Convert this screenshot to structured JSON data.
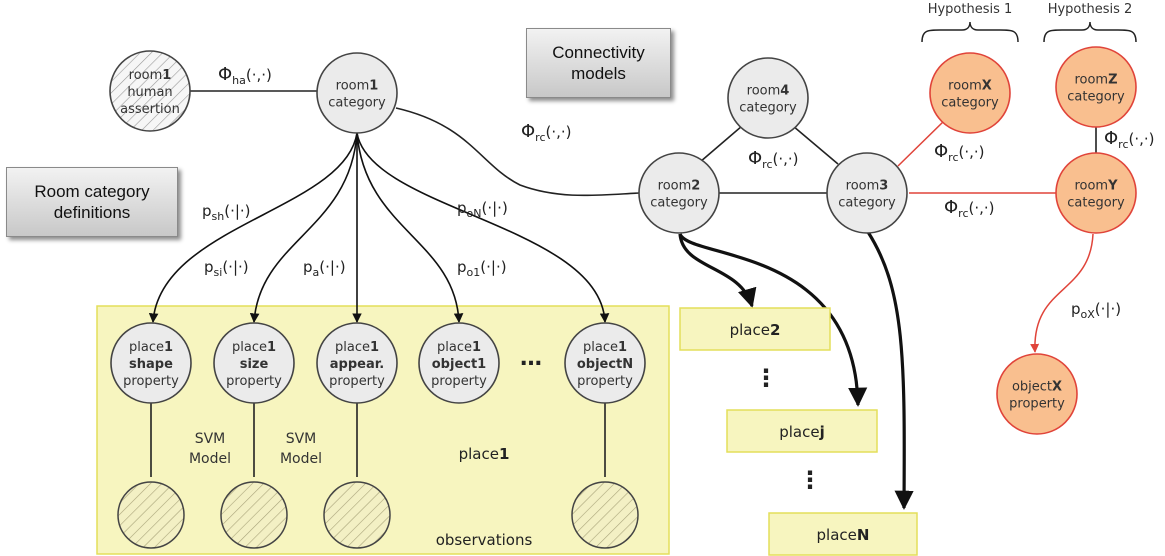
{
  "boxes": {
    "connectivity": [
      "Connectivity",
      "models"
    ],
    "room_def": [
      "Room category",
      "definitions"
    ]
  },
  "nodes": {
    "room1_ha": {
      "pre": "room",
      "bold": "1",
      "l2": "human",
      "l3": "assertion"
    },
    "room1": {
      "pre": "room",
      "bold": "1",
      "l2": "category"
    },
    "room4": {
      "pre": "room",
      "bold": "4",
      "l2": "category"
    },
    "room2": {
      "pre": "room",
      "bold": "2",
      "l2": "category"
    },
    "room3": {
      "pre": "room",
      "bold": "3",
      "l2": "category"
    },
    "roomX": {
      "pre": "room",
      "bold": "X",
      "l2": "category"
    },
    "roomZ": {
      "pre": "room",
      "bold": "Z",
      "l2": "category"
    },
    "roomY": {
      "pre": "room",
      "bold": "Y",
      "l2": "category"
    },
    "objectX": {
      "pre": "object",
      "bold": "X",
      "l2": "property"
    },
    "p_shape": {
      "pre": "place",
      "bold": "1",
      "l2": "shape",
      "l3": "property"
    },
    "p_size": {
      "pre": "place",
      "bold": "1",
      "l2": "size",
      "l3": "property"
    },
    "p_appear": {
      "pre": "place",
      "bold": "1",
      "l2": "appear.",
      "l3": "property"
    },
    "p_obj1": {
      "pre": "place",
      "bold": "1",
      "l2": "object1",
      "l3": "property"
    },
    "p_objN": {
      "pre": "place",
      "bold": "1",
      "l2": "objectN",
      "l3": "property"
    }
  },
  "functions": {
    "phi_ha": {
      "sym": "Φ",
      "sub": "ha",
      "args": "(·,·)"
    },
    "phi_rc_1": {
      "sym": "Φ",
      "sub": "rc",
      "args": "(·,·)"
    },
    "phi_rc_2": {
      "sym": "Φ",
      "sub": "rc",
      "args": "(·,·)"
    },
    "phi_rc_3": {
      "sym": "Φ",
      "sub": "rc",
      "args": "(·,·)"
    },
    "phi_rc_4": {
      "sym": "Φ",
      "sub": "rc",
      "args": "(·,·)"
    },
    "phi_rc_5": {
      "sym": "Φ",
      "sub": "rc",
      "args": "(·,·)"
    },
    "p_sh": {
      "sym": "p",
      "sub": "sh",
      "args": "(·|·)"
    },
    "p_si": {
      "sym": "p",
      "sub": "si",
      "args": "(·|·)"
    },
    "p_a": {
      "sym": "p",
      "sub": "a",
      "args": "(·|·)"
    },
    "p_o1": {
      "sym": "p",
      "sub": "o1",
      "args": "(·|·)"
    },
    "p_oN": {
      "sym": "p",
      "sub": "oN",
      "args": "(·|·)"
    },
    "p_oX": {
      "sym": "p",
      "sub": "oX",
      "args": "(·|·)"
    }
  },
  "places": {
    "place2": {
      "pre": "place",
      "bold": "2"
    },
    "placej": {
      "pre": "place",
      "bold": "j"
    },
    "placeN": {
      "pre": "place",
      "bold": "N"
    }
  },
  "labels": {
    "svm1": [
      "SVM",
      "Model"
    ],
    "svm2": [
      "SVM",
      "Model"
    ],
    "place1": {
      "pre": "place",
      "bold": "1"
    },
    "observations": "observations",
    "ellipsis": "…",
    "vdots": "⋮",
    "hyp1": "Hypothesis 1",
    "hyp2": "Hypothesis 2"
  },
  "colors": {
    "node_fill": "#ebebeb",
    "node_stroke": "#444444",
    "hyp_fill": "#f9bf8f",
    "hyp_stroke": "#e0443a",
    "panel_fill": "#f7f5bf",
    "panel_stroke": "#e4df5a",
    "red_line": "#e0443a"
  }
}
